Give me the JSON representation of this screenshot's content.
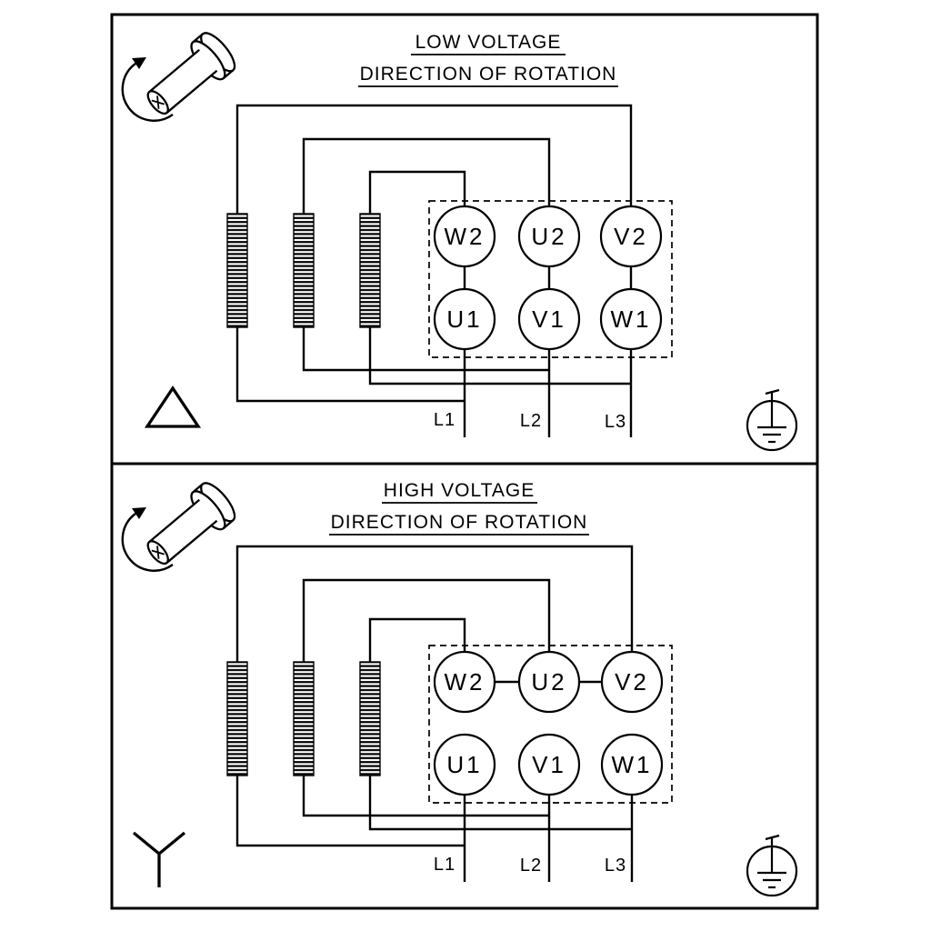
{
  "panels": [
    {
      "title": "LOW VOLTAGE",
      "subtitle": "DIRECTION OF ROTATION",
      "connection_symbol": "delta",
      "terminals_top": [
        "W2",
        "U2",
        "V2"
      ],
      "terminals_bottom": [
        "U1",
        "V1",
        "W1"
      ],
      "line_labels": [
        "L1",
        "L2",
        "L3"
      ]
    },
    {
      "title": "HIGH VOLTAGE",
      "subtitle": "DIRECTION OF ROTATION",
      "connection_symbol": "star",
      "terminals_top": [
        "W2",
        "U2",
        "V2"
      ],
      "terminals_bottom": [
        "U1",
        "V1",
        "W1"
      ],
      "line_labels": [
        "L1",
        "L2",
        "L3"
      ]
    }
  ],
  "colors": {
    "line": "#000000",
    "background": "#ffffff"
  }
}
